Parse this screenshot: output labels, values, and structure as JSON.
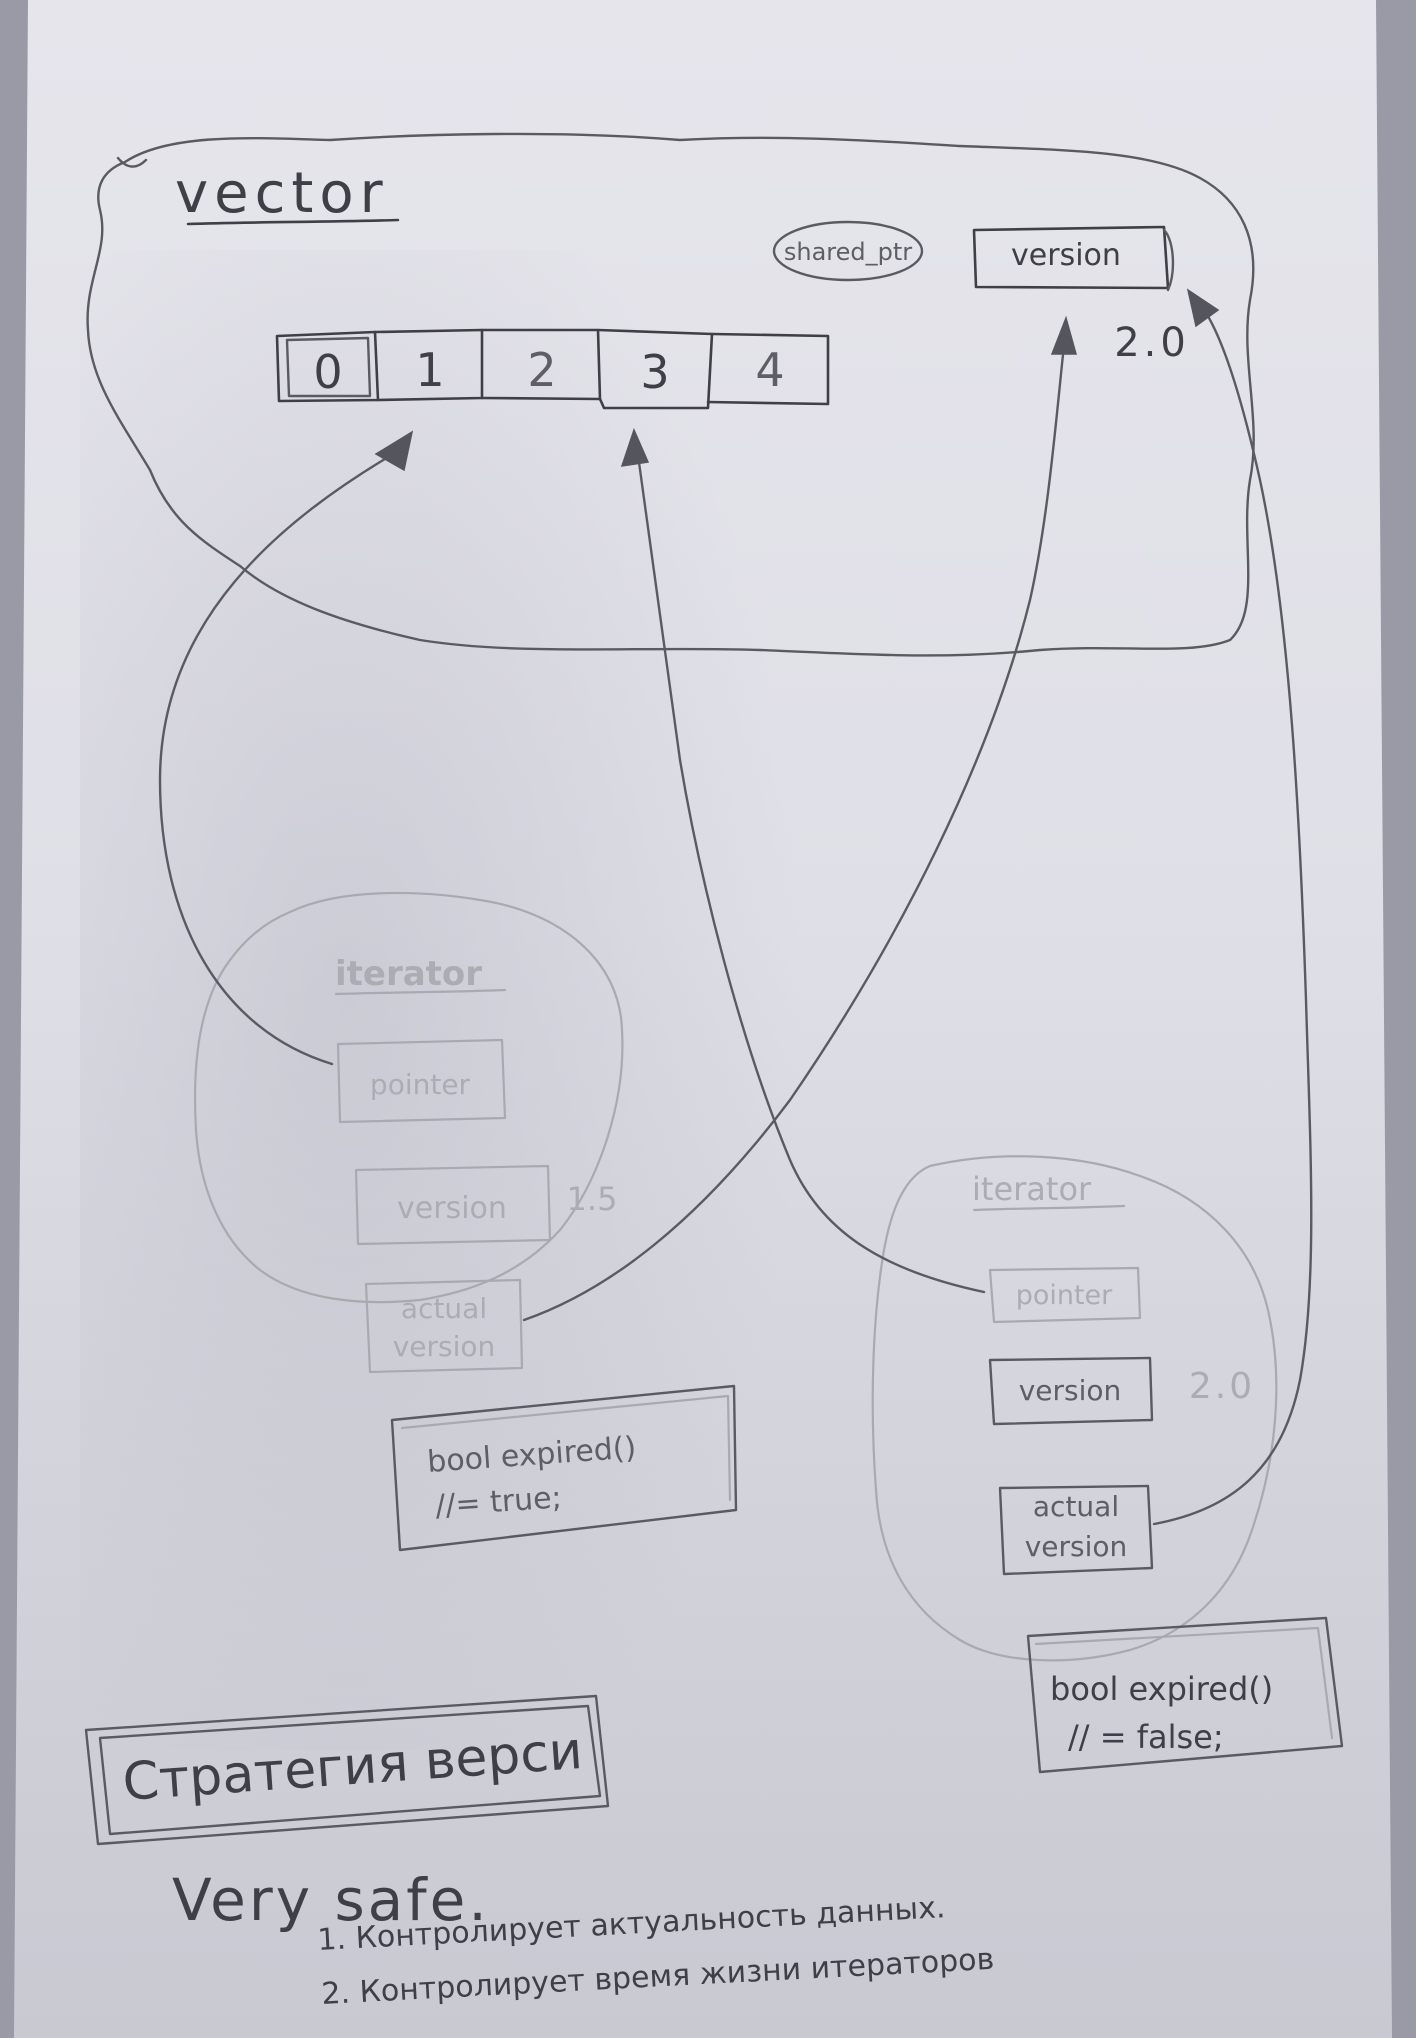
{
  "vector": {
    "title": "vector",
    "cells": [
      "0",
      "1",
      "2",
      "3",
      "4"
    ],
    "shared_ptr_label": "shared_ptr",
    "version_label": "version",
    "version_value": "2.0"
  },
  "iterator_left": {
    "title": "iterator",
    "pointer_label": "pointer",
    "version_label": "version",
    "version_value": "1.5",
    "actual_version_line1": "actual",
    "actual_version_line2": "version",
    "expired_line1": "bool expired()",
    "expired_line2": "//= true;"
  },
  "iterator_right": {
    "title": "iterator",
    "pointer_label": "pointer",
    "version_label": "version",
    "version_value": "2.0",
    "actual_version_line1": "actual",
    "actual_version_line2": "version",
    "expired_line1": "bool expired()",
    "expired_line2": "// = false;"
  },
  "strategy_label": "Стратегия верси",
  "notes": {
    "heading": "Very safe.",
    "item1": "1. Контролирует актуальность данных.",
    "item2": "2. Контролирует время жизни итераторов"
  }
}
